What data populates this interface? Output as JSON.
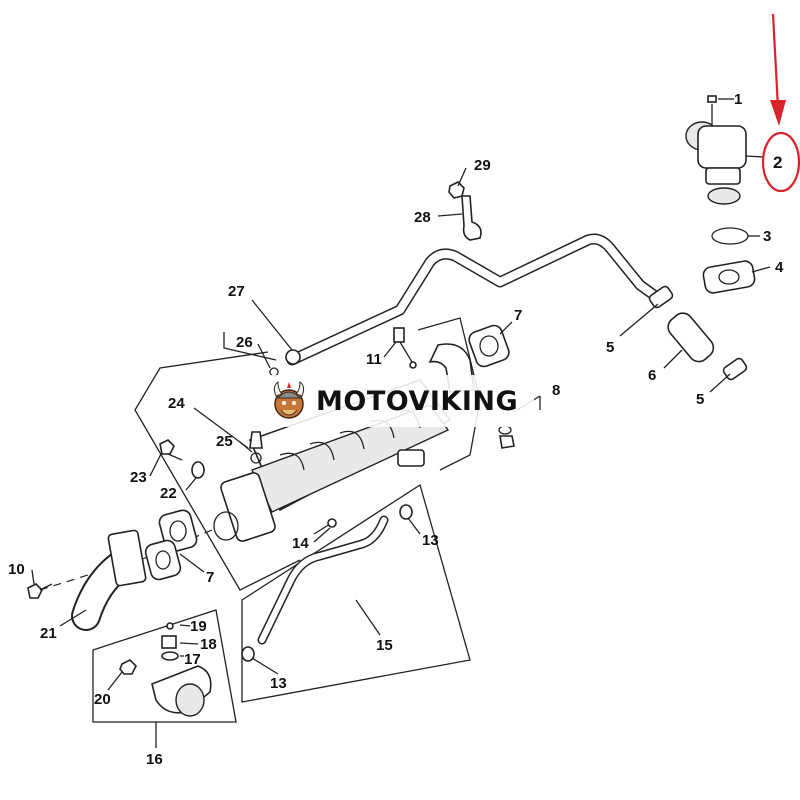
{
  "watermark": {
    "text": "MOTOVIKING"
  },
  "callouts": {
    "c1": "1",
    "c2": "2",
    "c3": "3",
    "c4": "4",
    "c5a": "5",
    "c5b": "5",
    "c6": "6",
    "c7a": "7",
    "c7b": "7",
    "c8": "8",
    "c10": "10",
    "c11": "11",
    "c13a": "13",
    "c13b": "13",
    "c14": "14",
    "c15": "15",
    "c16": "16",
    "c17": "17",
    "c18": "18",
    "c19": "19",
    "c20": "20",
    "c21": "21",
    "c22": "22",
    "c23": "23",
    "c24": "24",
    "c25": "25",
    "c26": "26",
    "c27": "27",
    "c28": "28",
    "c29": "29"
  },
  "colors": {
    "highlight": "#d9232a",
    "line": "#222222"
  }
}
